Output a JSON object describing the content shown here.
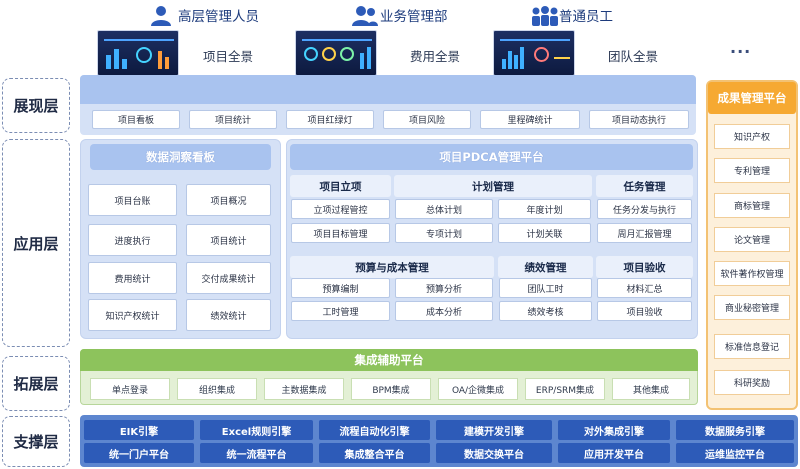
{
  "layers": {
    "presentation": "展现层",
    "application": "应用层",
    "extension": "拓展层",
    "support": "支撑层"
  },
  "views": [
    "项目全景",
    "费用全景",
    "团队全景"
  ],
  "views_more": "···",
  "personas": [
    "高层管理人员",
    "业务管理部",
    "普通员工"
  ],
  "presentation_items": [
    "项目看板",
    "项目统计",
    "项目红绿灯",
    "项目风险",
    "里程碑统计",
    "项目动态执行"
  ],
  "insight_board": {
    "title": "数据洞察看板",
    "items": [
      "项目台账",
      "项目概况",
      "进度执行",
      "项目统计",
      "费用统计",
      "交付成果统计",
      "知识产权统计",
      "绩效统计"
    ]
  },
  "pdca": {
    "title": "项目PDCA管理平台",
    "initiation": {
      "title": "项目立项",
      "items": [
        "立项过程管控",
        "项目目标管理"
      ]
    },
    "planning": {
      "title": "计划管理",
      "items": [
        "总体计划",
        "年度计划",
        "专项计划",
        "计划关联"
      ]
    },
    "tasks": {
      "title": "任务管理",
      "items": [
        "任务分发与执行",
        "周月汇报管理"
      ]
    },
    "budget": {
      "title": "预算与成本管理",
      "items": [
        "预算编制",
        "预算分析",
        "工时管理",
        "成本分析"
      ]
    },
    "performance": {
      "title": "绩效管理",
      "items": [
        "团队工时",
        "绩效考核"
      ]
    },
    "acceptance": {
      "title": "项目验收",
      "items": [
        "材料汇总",
        "项目验收"
      ]
    }
  },
  "results": {
    "title": "成果管理平台",
    "items": [
      "知识产权",
      "专利管理",
      "商标管理",
      "论文管理",
      "软件著作权管理",
      "商业秘密管理",
      "标准信息登记",
      "科研奖励"
    ]
  },
  "integration": {
    "title": "集成辅助平台",
    "items": [
      "单点登录",
      "组织集成",
      "主数据集成",
      "BPM集成",
      "OA/企微集成",
      "ERP/SRM集成",
      "其他集成"
    ]
  },
  "support_row1": [
    "EIK引擎",
    "Excel规则引擎",
    "流程自动化引擎",
    "建模开发引擎",
    "对外集成引擎",
    "数据服务引擎"
  ],
  "support_row2": [
    "统一门户平台",
    "统一流程平台",
    "集成整合平台",
    "数据交换平台",
    "应用开发平台",
    "运维监控平台"
  ],
  "colors": {
    "blue_head": "#a9c3ef",
    "green_head": "#8dc35c",
    "orange_head": "#f6a932",
    "support_dark": "#2d5bb8"
  }
}
